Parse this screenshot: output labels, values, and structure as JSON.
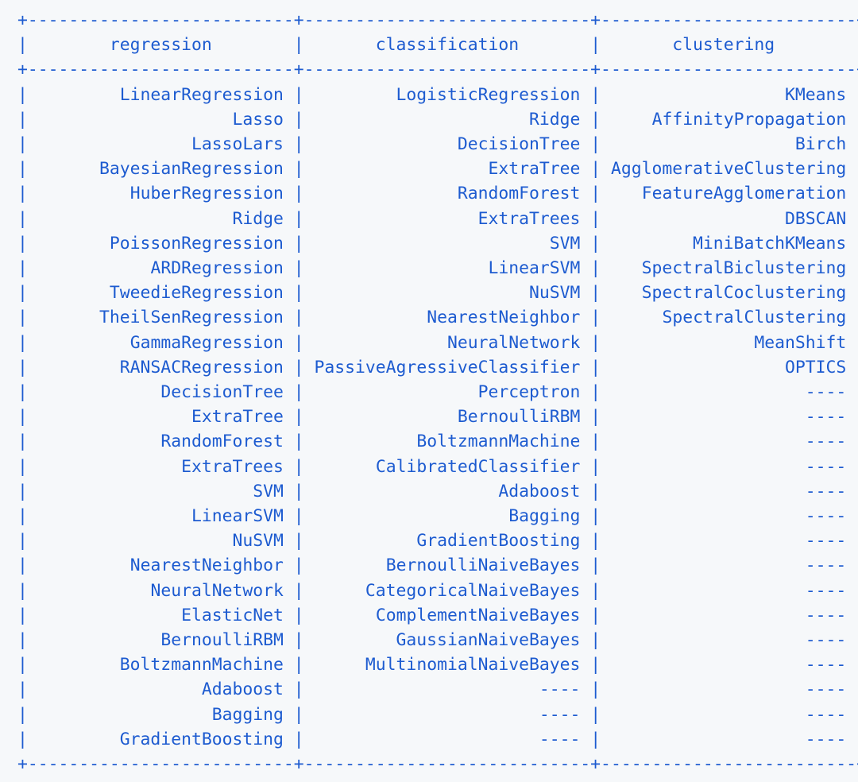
{
  "table": {
    "headers": [
      "regression",
      "classification",
      "clustering"
    ],
    "rows": [
      [
        "LinearRegression",
        "LogisticRegression",
        "KMeans"
      ],
      [
        "Lasso",
        "Ridge",
        "AffinityPropagation"
      ],
      [
        "LassoLars",
        "DecisionTree",
        "Birch"
      ],
      [
        "BayesianRegression",
        "ExtraTree",
        "AgglomerativeClustering"
      ],
      [
        "HuberRegression",
        "RandomForest",
        "FeatureAgglomeration"
      ],
      [
        "Ridge",
        "ExtraTrees",
        "DBSCAN"
      ],
      [
        "PoissonRegression",
        "SVM",
        "MiniBatchKMeans"
      ],
      [
        "ARDRegression",
        "LinearSVM",
        "SpectralBiclustering"
      ],
      [
        "TweedieRegression",
        "NuSVM",
        "SpectralCoclustering"
      ],
      [
        "TheilSenRegression",
        "NearestNeighbor",
        "SpectralClustering"
      ],
      [
        "GammaRegression",
        "NeuralNetwork",
        "MeanShift"
      ],
      [
        "RANSACRegression",
        "PassiveAgressiveClassifier",
        "OPTICS"
      ],
      [
        "DecisionTree",
        "Perceptron",
        "----"
      ],
      [
        "ExtraTree",
        "BernoulliRBM",
        "----"
      ],
      [
        "RandomForest",
        "BoltzmannMachine",
        "----"
      ],
      [
        "ExtraTrees",
        "CalibratedClassifier",
        "----"
      ],
      [
        "SVM",
        "Adaboost",
        "----"
      ],
      [
        "LinearSVM",
        "Bagging",
        "----"
      ],
      [
        "NuSVM",
        "GradientBoosting",
        "----"
      ],
      [
        "NearestNeighbor",
        "BernoulliNaiveBayes",
        "----"
      ],
      [
        "NeuralNetwork",
        "CategoricalNaiveBayes",
        "----"
      ],
      [
        "ElasticNet",
        "ComplementNaiveBayes",
        "----"
      ],
      [
        "BernoulliRBM",
        "GaussianNaiveBayes",
        "----"
      ],
      [
        "BoltzmannMachine",
        "MultinomialNaiveBayes",
        "----"
      ],
      [
        "Adaboost",
        "----",
        "----"
      ],
      [
        "Bagging",
        "----",
        "----"
      ],
      [
        "GradientBoosting",
        "----",
        "----"
      ]
    ]
  }
}
